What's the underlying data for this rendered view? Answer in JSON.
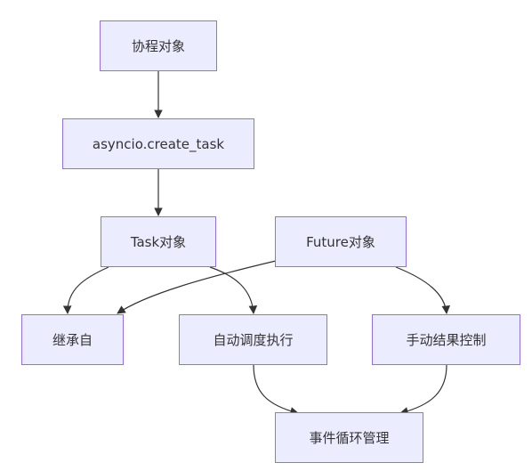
{
  "nodes": {
    "coroutine": "协程对象",
    "create_task": "asyncio.create_task",
    "task": "Task对象",
    "future": "Future对象",
    "inherit": "继承自",
    "auto": "自动调度执行",
    "manual": "手动结果控制",
    "loop": "事件循环管理"
  },
  "edges": [
    {
      "from": "coroutine",
      "to": "create_task"
    },
    {
      "from": "create_task",
      "to": "task"
    },
    {
      "from": "task",
      "to": "inherit"
    },
    {
      "from": "task",
      "to": "auto"
    },
    {
      "from": "future",
      "to": "inherit"
    },
    {
      "from": "future",
      "to": "manual"
    },
    {
      "from": "auto",
      "to": "loop"
    },
    {
      "from": "manual",
      "to": "loop"
    }
  ],
  "colors": {
    "node_fill": "#ECECFF",
    "node_border": "#9370DB",
    "edge": "#333333",
    "text": "#333333"
  }
}
